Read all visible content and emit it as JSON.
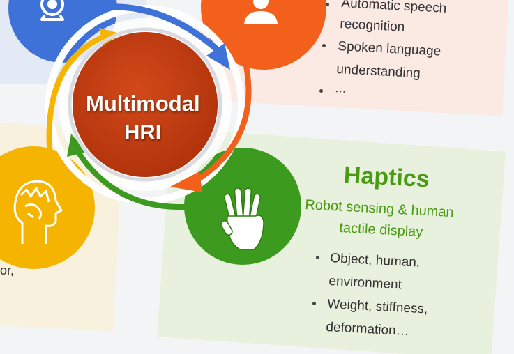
{
  "center": {
    "line1": "Multimodal",
    "line2": "HRI"
  },
  "speech_panel": {
    "bullets": [
      "Automatic speech",
      "recognition",
      "Spoken language",
      "understanding",
      "..."
    ]
  },
  "haptics_panel": {
    "title": "Haptics",
    "subtitle_line1": "Robot sensing & human",
    "subtitle_line2": "tactile display",
    "bullets": [
      "Object, human,",
      "environment",
      "Weight, stiffness,",
      "deformation…"
    ]
  },
  "left_fragment": {
    "text": "or,"
  },
  "colors": {
    "blue": "#3f72d8",
    "orange": "#f2601c",
    "yellow": "#f4b400",
    "green": "#3c9a1e",
    "center_red": "#c03b0f",
    "haptics_text": "#4a9a12"
  },
  "icons": [
    "webcam-icon",
    "speaker-person-icon",
    "brain-head-icon",
    "hand-icon"
  ]
}
